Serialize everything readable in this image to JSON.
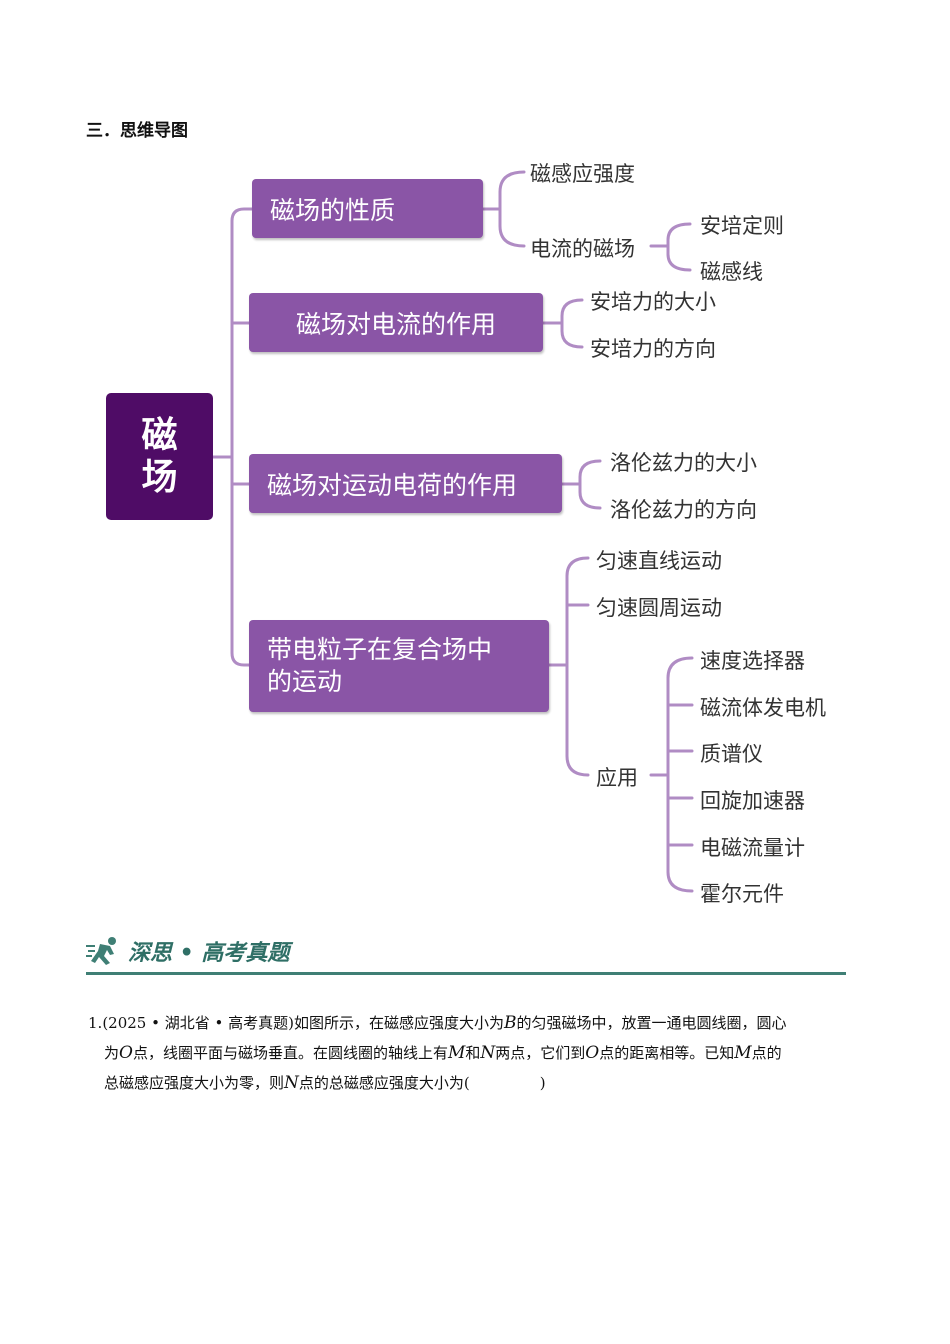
{
  "section_title": "三．思维导图",
  "root_label": [
    "磁",
    "场"
  ],
  "branches": [
    {
      "label": "磁场的性质",
      "children": [
        {
          "label": "磁感应强度"
        },
        {
          "label": "电流的磁场",
          "children": [
            "安培定则",
            "磁感线"
          ]
        }
      ]
    },
    {
      "label": "磁场对电流的作用",
      "children": [
        {
          "label": "安培力的大小"
        },
        {
          "label": "安培力的方向"
        }
      ]
    },
    {
      "label": "磁场对运动电荷的作用",
      "children": [
        {
          "label": "洛伦兹力的大小"
        },
        {
          "label": "洛伦兹力的方向"
        }
      ]
    },
    {
      "label_lines": [
        "带电粒子在复合场中",
        "的运动"
      ],
      "children": [
        {
          "label": "匀速直线运动"
        },
        {
          "label": "匀速圆周运动"
        },
        {
          "label": "应用",
          "children": [
            "速度选择器",
            "磁流体发电机",
            "质谱仪",
            "回旋加速器",
            "电磁流量计",
            "霍尔元件"
          ]
        }
      ]
    }
  ],
  "banner": {
    "text": "深思 • 高考真题",
    "icon": "runner-icon"
  },
  "question": {
    "number": "1.",
    "source": "(2025 • 湖北省 • 高考真题)",
    "line1_a": "如图所示，在磁感应强度大小为",
    "var_B": "B",
    "line1_b": "的匀强磁场中，放置一通电圆线圈，圆心",
    "line2_a": "为",
    "var_O": "O",
    "line2_b": "点，线圈平面与磁场垂直。在圆线圈的轴线上有",
    "var_M": "M",
    "line2_c": "和",
    "var_N": "N",
    "line2_d": "两点，它们到",
    "line2_e": "点的距离相等。已知",
    "line2_f": "点的",
    "line3_a": "总磁感应强度大小为零，则",
    "line3_b": "点的总磁感应强度大小为(",
    "line3_c": ")"
  },
  "colors": {
    "root": "#4f0c66",
    "box": "#8a55a6",
    "line": "#b08cc4",
    "banner": "#2f6f66"
  }
}
